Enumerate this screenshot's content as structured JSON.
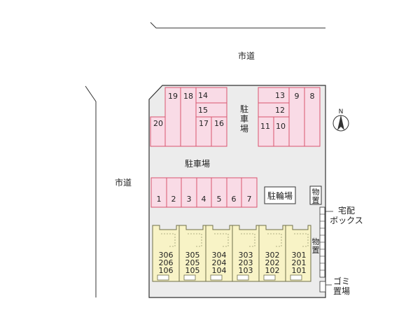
{
  "roads": {
    "top": "市道",
    "left": "市道"
  },
  "parking": {
    "label_center": "駐車場",
    "label_right_vertical": [
      "駐",
      "車",
      "場"
    ],
    "upper_left_spaces": [
      "19",
      "18",
      "14",
      "15",
      "17",
      "16",
      "20"
    ],
    "upper_right_spaces": [
      "13",
      "12",
      "11",
      "10",
      "9",
      "8"
    ],
    "lower_spaces": [
      "1",
      "2",
      "3",
      "4",
      "5",
      "6",
      "7"
    ]
  },
  "bicycle_parking": "駐輪場",
  "storage": {
    "top_vertical": [
      "物",
      "置"
    ],
    "middle_vertical": [
      "物",
      "置"
    ]
  },
  "delivery_box": {
    "line1": "宅配",
    "line2": "ボックス"
  },
  "garbage": {
    "line1": "ゴミ",
    "line2": "置場"
  },
  "compass": "N",
  "units": [
    {
      "top": "306",
      "mid": "206",
      "bot": "106"
    },
    {
      "top": "305",
      "mid": "205",
      "bot": "105"
    },
    {
      "top": "304",
      "mid": "204",
      "bot": "104"
    },
    {
      "top": "303",
      "mid": "203",
      "bot": "103"
    },
    {
      "top": "302",
      "mid": "202",
      "bot": "102"
    },
    {
      "top": "301",
      "mid": "201",
      "bot": "101"
    }
  ]
}
